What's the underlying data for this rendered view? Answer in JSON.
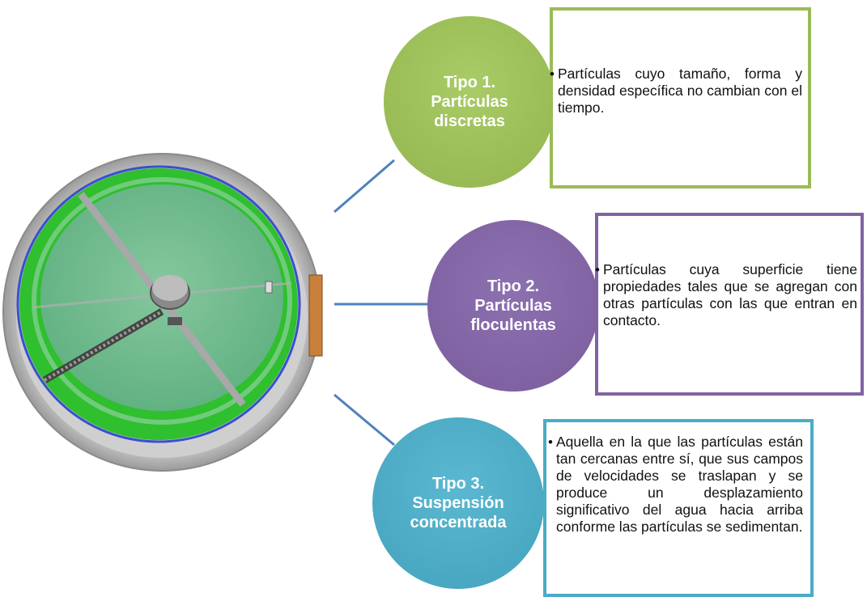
{
  "colors": {
    "green": "#9BBB59",
    "purple": "#8064A2",
    "teal": "#4BACC6",
    "connector": "#4F81BD"
  },
  "image": {
    "icon": "circular-sedimentation-tank-icon"
  },
  "items": [
    {
      "title": "Tipo 1.\nPartículas\ndiscretas",
      "bullet": "•",
      "description": "Partículas cuyo tamaño, forma y densidad específica no cambian con el tiempo."
    },
    {
      "title": "Tipo 2.\nPartículas\nfloculentas",
      "bullet": "•",
      "description": "Partículas cuya superficie tiene propiedades tales que se agregan con otras partículas con las que entran en contacto."
    },
    {
      "title": "Tipo 3.\nSuspensión\nconcentrada",
      "bullet": "•",
      "description": "Aquella en la que las partículas están tan cercanas entre sí, que sus campos de velocidades se traslapan y se produce un desplazamiento significativo del agua hacia arriba conforme las partículas se sedimentan."
    }
  ]
}
